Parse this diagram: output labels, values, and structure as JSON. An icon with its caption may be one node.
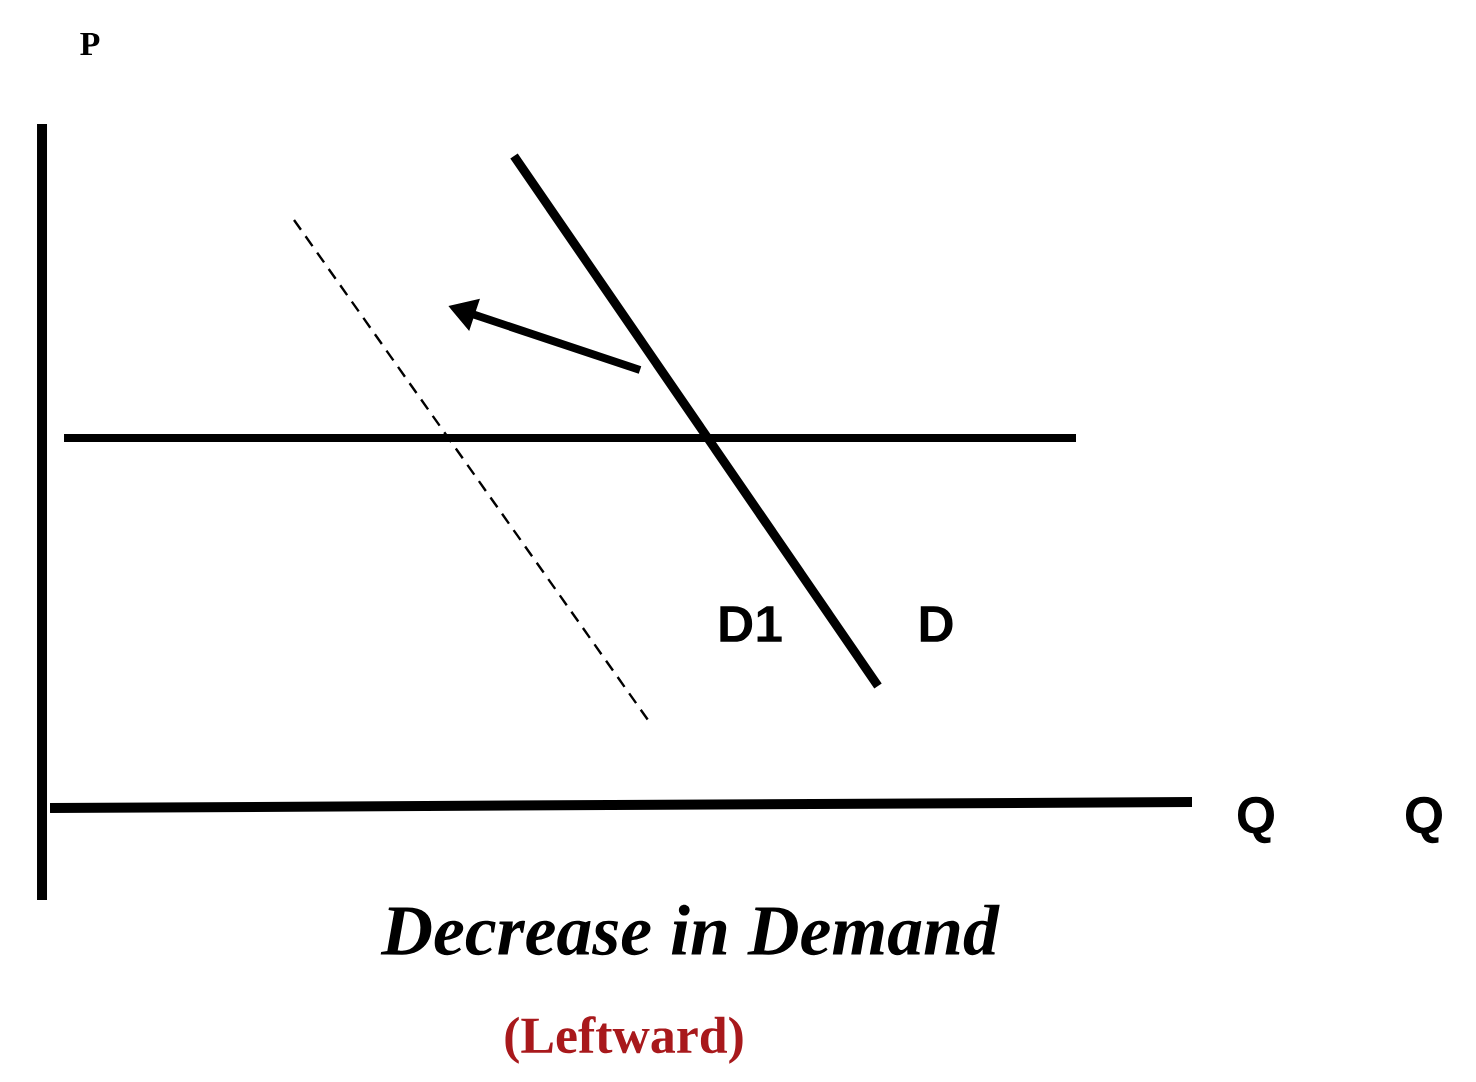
{
  "diagram": {
    "title": "Decrease in Demand",
    "caption": "(Leftward)",
    "labels": [
      "P",
      "D1",
      "D",
      "Q",
      "Q"
    ]
  }
}
